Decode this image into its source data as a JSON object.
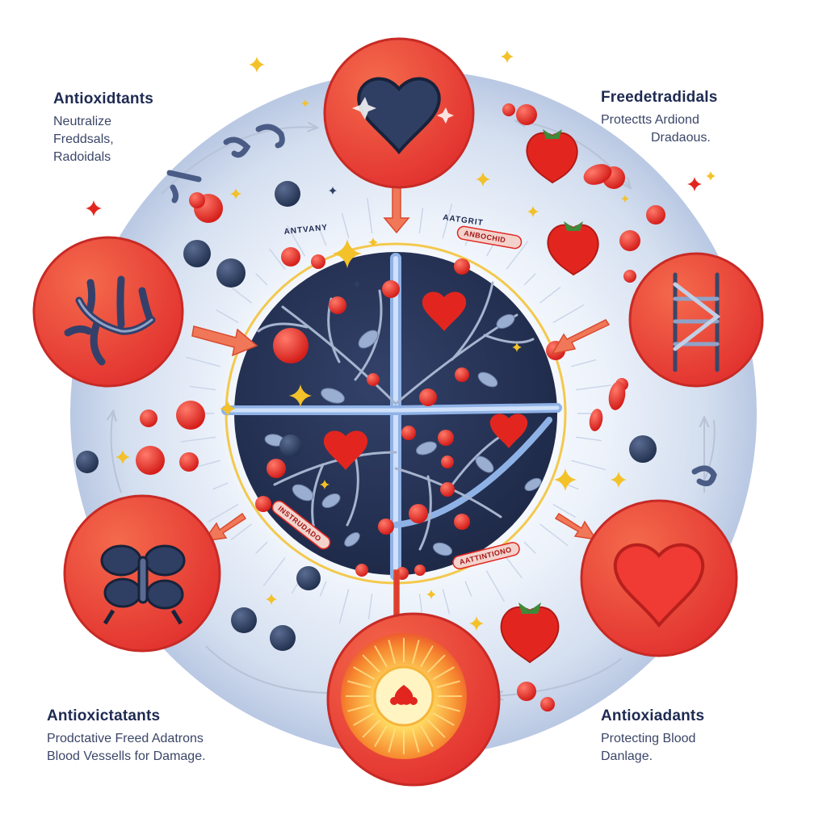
{
  "corner_labels": {
    "top_left": {
      "title": "Antioxidtants",
      "lines": [
        "Neutralize",
        "Freddsals,",
        "Radoidals"
      ]
    },
    "top_right": {
      "title": "Freedetradidals",
      "lines": [
        "Protectts Ardiond",
        "Dradaous."
      ]
    },
    "bottom_left": {
      "title": "Antioxictatants",
      "lines": [
        "Prodctative Freed Adatrons",
        "Blood Vessells for Damage."
      ]
    },
    "bottom_right": {
      "title": "Antioxiadants",
      "lines": [
        "Protecting Blood",
        "Danlage."
      ]
    }
  },
  "center_labels": {
    "tag_left": "ANTVANY",
    "tag_right": "AATGRIT",
    "ribbon_top": "ANBOCHID",
    "ribbon_left": "INSTRUDADO",
    "ribbon_right": "AATTINTIONO"
  },
  "node_icons": [
    "heart-icon",
    "dna-ladder-icon",
    "heart-icon",
    "sunburst-icon",
    "lungs-icon",
    "branching-vessel-icon"
  ],
  "colors": {
    "node_red": "#e83a34",
    "heart_navy": "#2f3f63",
    "core_navy": "#243150",
    "ring_blue": "#c9d6ec",
    "berry_red": "#e2261f",
    "molecule_navy": "#2c3b5a",
    "sparkle_gold": "#f3c129",
    "text_navy": "#1e2a52"
  }
}
